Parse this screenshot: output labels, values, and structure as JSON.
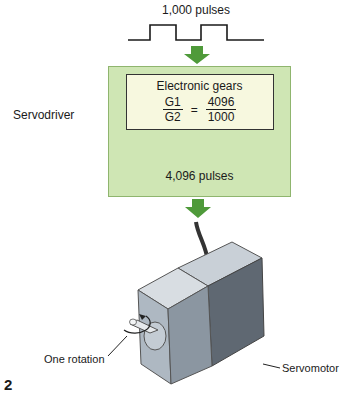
{
  "diagram": {
    "nodes": [
      {
        "text": [
          "Servodriver",
          "4,096 pulses"
        ]
      },
      {
        "text": [
          "Electronic gears",
          "G1",
          "G2",
          "=",
          "4096",
          "1000"
        ],
        "in": 0
      }
    ],
    "labels": [
      "1,000 pulses",
      "One rotation",
      "Servomotor",
      "2"
    ]
  }
}
